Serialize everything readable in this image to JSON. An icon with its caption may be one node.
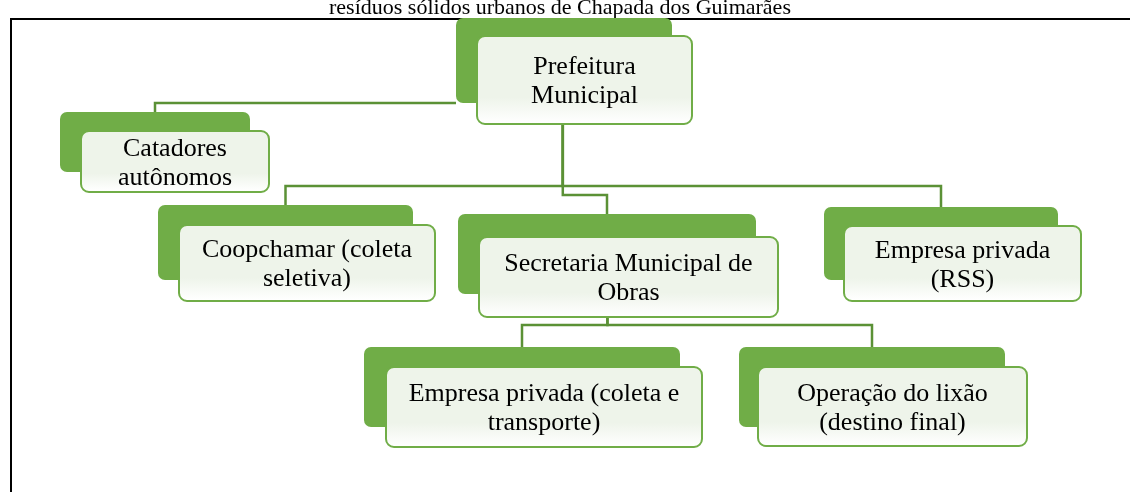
{
  "diagram": {
    "title": "resíduos sólidos urbanos de Chapada dos Guimarães",
    "nodes": [
      {
        "text": [
          "Prefeitura Municipal"
        ]
      },
      {
        "text": [
          "Catadores autônomos"
        ]
      },
      {
        "text": [
          "Coopchamar (coleta seletiva)"
        ]
      },
      {
        "text": [
          "Secretaria Municipal de Obras"
        ]
      },
      {
        "text": [
          "Empresa privada (RSS)"
        ]
      },
      {
        "text": [
          "Empresa privada (coleta e transporte)"
        ]
      },
      {
        "text": [
          "Operação do lixão (destino final)"
        ]
      }
    ],
    "edges": [
      {
        "from": 0,
        "to": 1,
        "arrow": "none"
      },
      {
        "from": 0,
        "to": 2,
        "arrow": "none"
      },
      {
        "from": 0,
        "to": 3,
        "arrow": "none"
      },
      {
        "from": 0,
        "to": 4,
        "arrow": "none"
      },
      {
        "from": 3,
        "to": 5,
        "arrow": "none"
      },
      {
        "from": 3,
        "to": 6,
        "arrow": "none"
      }
    ]
  }
}
